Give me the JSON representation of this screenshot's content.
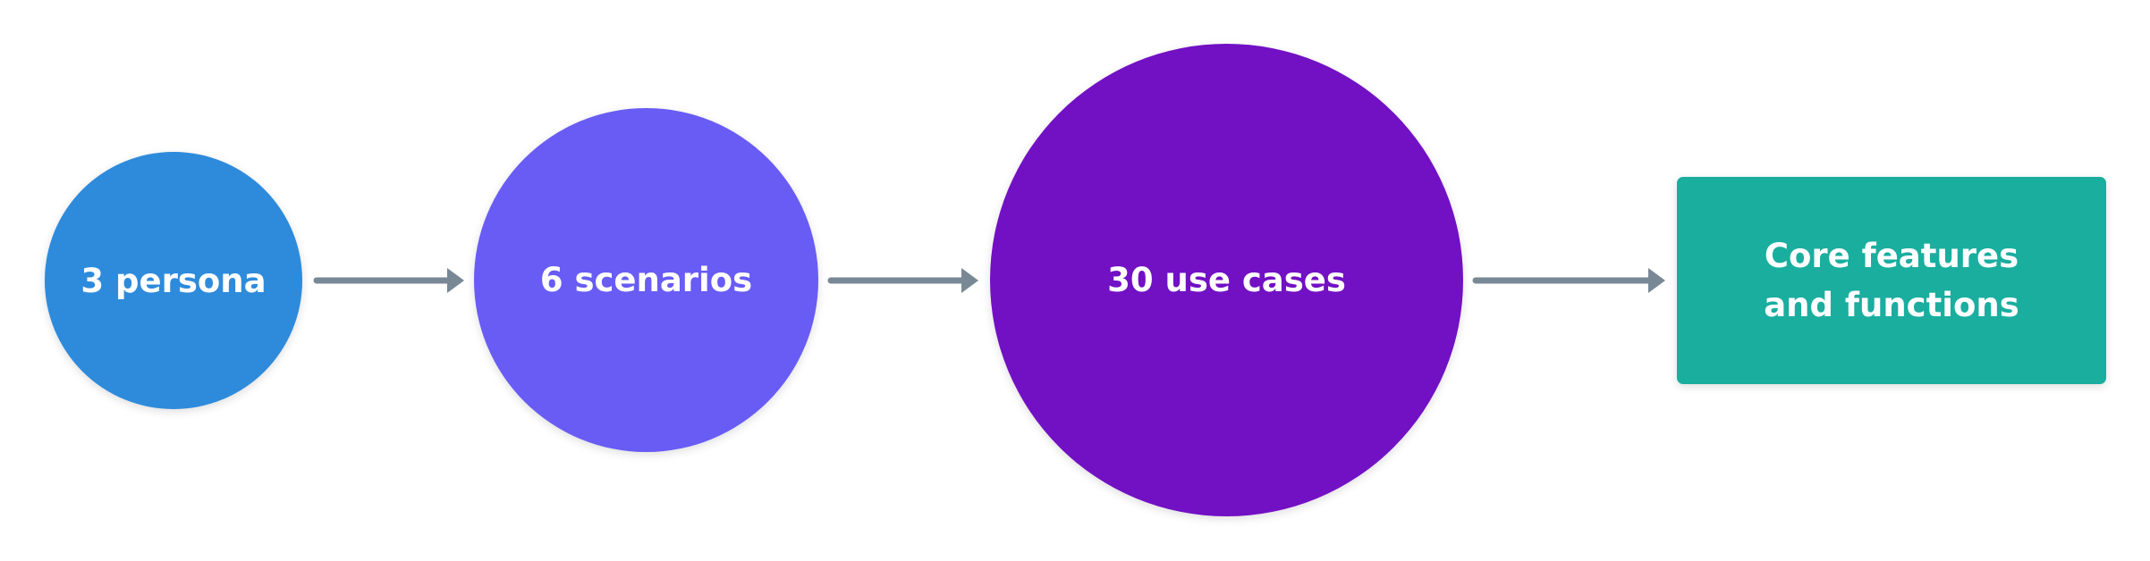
{
  "diagram": {
    "nodes": [
      {
        "id": "persona",
        "label": "3 persona",
        "shape": "circle",
        "color": "#2e8bdc"
      },
      {
        "id": "scenarios",
        "label": "6 scenarios",
        "shape": "circle",
        "color": "#685cf5"
      },
      {
        "id": "usecases",
        "label": "30 use cases",
        "shape": "circle",
        "color": "#7210c4"
      },
      {
        "id": "features",
        "label": "Core features\nand functions",
        "shape": "rect",
        "color": "#1aae9f"
      }
    ],
    "edges": [
      {
        "from": "persona",
        "to": "scenarios"
      },
      {
        "from": "scenarios",
        "to": "usecases"
      },
      {
        "from": "usecases",
        "to": "features"
      }
    ],
    "arrow_color": "#798895"
  }
}
